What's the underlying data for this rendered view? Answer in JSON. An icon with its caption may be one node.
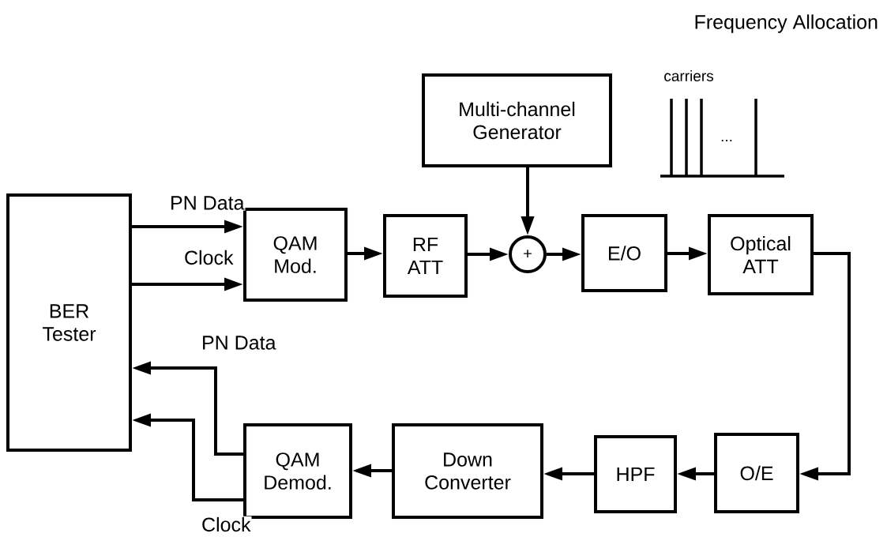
{
  "diagram": {
    "nodes": [
      {
        "text": [
          "BER Tester"
        ]
      },
      {
        "text": [
          "QAM Mod."
        ]
      },
      {
        "text": [
          "RF ATT"
        ]
      },
      {
        "text": [
          "Multi-channel Generator"
        ]
      },
      {
        "text": [
          "+"
        ]
      },
      {
        "text": [
          "E/O"
        ]
      },
      {
        "text": [
          "Optical ATT"
        ]
      },
      {
        "text": [
          "O/E"
        ]
      },
      {
        "text": [
          "HPF"
        ]
      },
      {
        "text": [
          "Down Converter"
        ]
      },
      {
        "text": [
          "QAM Demod."
        ]
      }
    ],
    "edges": [
      {
        "from": 0,
        "to": 1,
        "arrow": "to",
        "label": "PN Data"
      },
      {
        "from": 0,
        "to": 1,
        "arrow": "to",
        "label": "Clock"
      },
      {
        "from": 1,
        "to": 2,
        "arrow": "to"
      },
      {
        "from": 2,
        "to": 4,
        "arrow": "to"
      },
      {
        "from": 3,
        "to": 4,
        "arrow": "to"
      },
      {
        "from": 4,
        "to": 5,
        "arrow": "to"
      },
      {
        "from": 5,
        "to": 6,
        "arrow": "to"
      },
      {
        "from": 6,
        "to": 7,
        "arrow": "to"
      },
      {
        "from": 7,
        "to": 8,
        "arrow": "to"
      },
      {
        "from": 8,
        "to": 9,
        "arrow": "to"
      },
      {
        "from": 9,
        "to": 10,
        "arrow": "to"
      },
      {
        "from": 10,
        "to": 0,
        "arrow": "to",
        "label": "PN Data"
      },
      {
        "from": 10,
        "to": 0,
        "arrow": "to",
        "label": "Clock"
      }
    ],
    "labels": [
      "Frequency Allocation",
      "carriers",
      "..."
    ]
  }
}
